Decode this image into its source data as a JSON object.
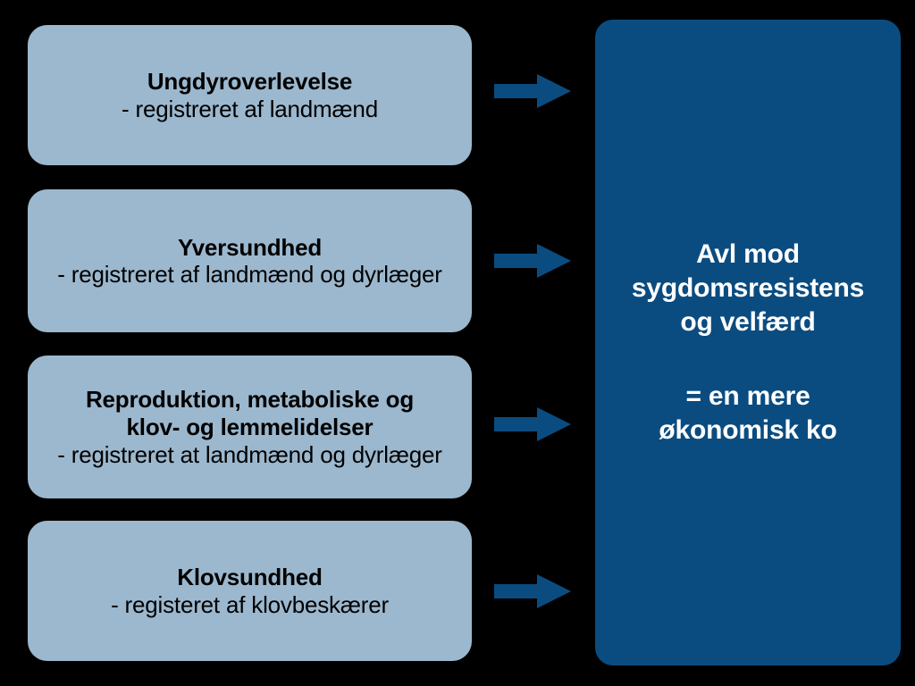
{
  "diagram": {
    "title": "Avl mod sygdomsresistens og velfærd",
    "colors": {
      "background": "#000000",
      "trait_box_fill": "#9cb8ce",
      "goal_panel_fill": "#0b4c80",
      "arrow_fill": "#0b4c80",
      "trait_text": "#000000",
      "goal_text": "#ffffff"
    },
    "traits": [
      {
        "id": "ungdyroverlevelse",
        "title_lines": [
          "Ungdyroverlevelse"
        ],
        "source": "- registreret af landmænd",
        "arrow_name": "arrow-ungdyroverlevelse"
      },
      {
        "id": "yversundhed",
        "title_lines": [
          "Yversundhed"
        ],
        "source": "- registreret af landmænd og dyrlæger",
        "arrow_name": "arrow-yversundhed"
      },
      {
        "id": "reproduktion-metaboliske-klov-lemmelidelser",
        "title_lines": [
          "Reproduktion, metaboliske og",
          "klov- og lemmelidelser"
        ],
        "source": "- registreret at landmænd og dyrlæger",
        "arrow_name": "arrow-reproduktion"
      },
      {
        "id": "klovsundhed",
        "title_lines": [
          "Klovsundhed"
        ],
        "source": "- registeret af klovbeskærer",
        "arrow_name": "arrow-klovsundhed"
      }
    ],
    "goal": {
      "lines_top": [
        "Avl mod",
        "sygdomsresistens",
        "og velfærd"
      ],
      "lines_bottom": [
        "= en mere",
        "økonomisk ko"
      ]
    }
  }
}
